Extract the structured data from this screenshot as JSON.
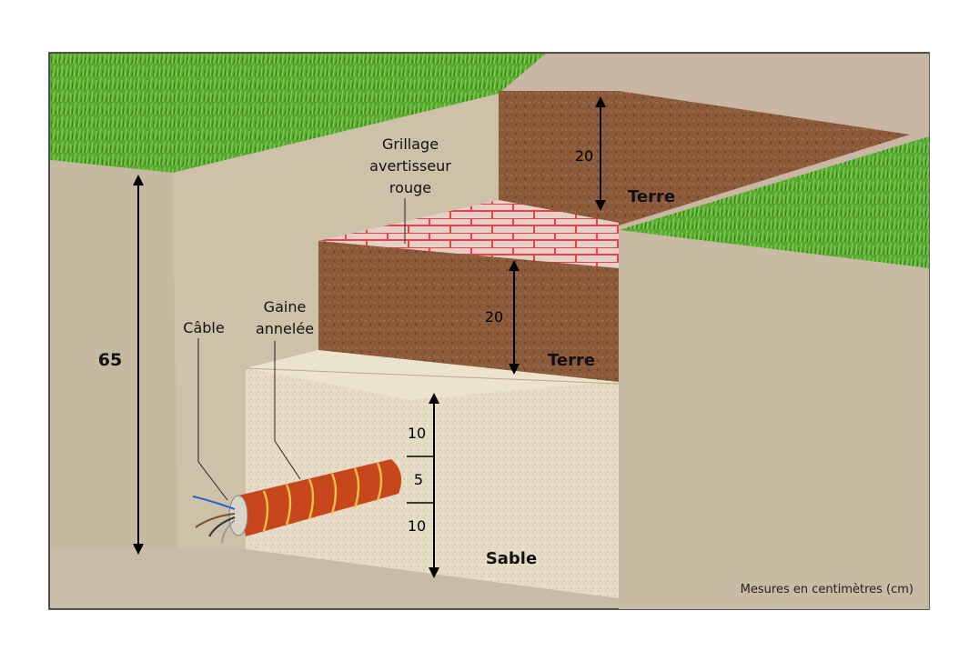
{
  "labels": {
    "grillage": [
      "Grillage",
      "avertisseur",
      "rouge"
    ],
    "cable": "Câble",
    "gaine": [
      "Gaine",
      "annelée"
    ]
  },
  "layers": {
    "terre_top": "Terre",
    "terre_mid": "Terre",
    "sable": "Sable"
  },
  "dimensions": {
    "total_depth": "65",
    "terre_top": "20",
    "terre_mid": "20",
    "sable_above": "10",
    "gaine": "5",
    "sable_below": "10"
  },
  "note": "Mesures en centimètres (cm)",
  "colors": {
    "grass": "#5aa832",
    "soil": "#8a5a3a",
    "sand": "#e6dcc5",
    "trench_wall": "#c8bca6",
    "warning_mesh": "#e8424f",
    "sheath": "#c8461c",
    "sheath_rings": "#f2c14a"
  }
}
